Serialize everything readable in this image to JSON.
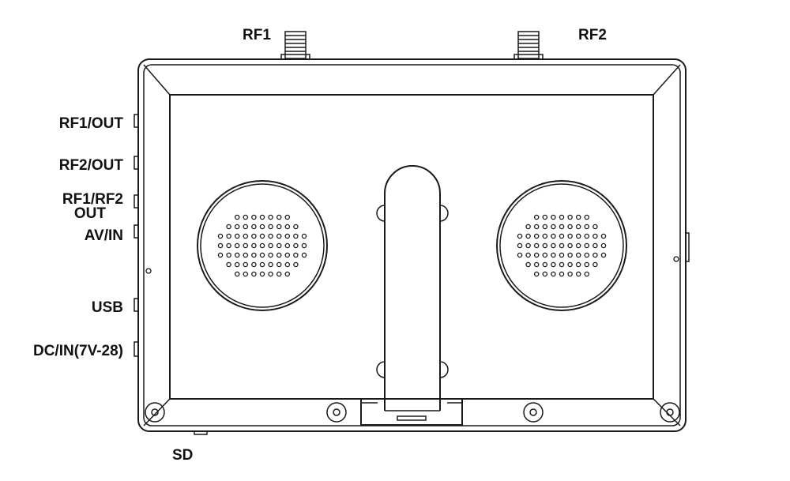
{
  "labels": {
    "rf1": "RF1",
    "rf2": "RF2",
    "rf1_out": "RF1/OUT",
    "rf2_out": "RF2/OUT",
    "rf1_rf2": "RF1/RF2",
    "out": "OUT",
    "av_in": "AV/IN",
    "usb": "USB",
    "dc_in": "DC/IN(7V-28)",
    "sd": "SD"
  },
  "speaker_grille_rows": [
    7,
    9,
    11,
    11,
    11,
    9,
    7
  ]
}
